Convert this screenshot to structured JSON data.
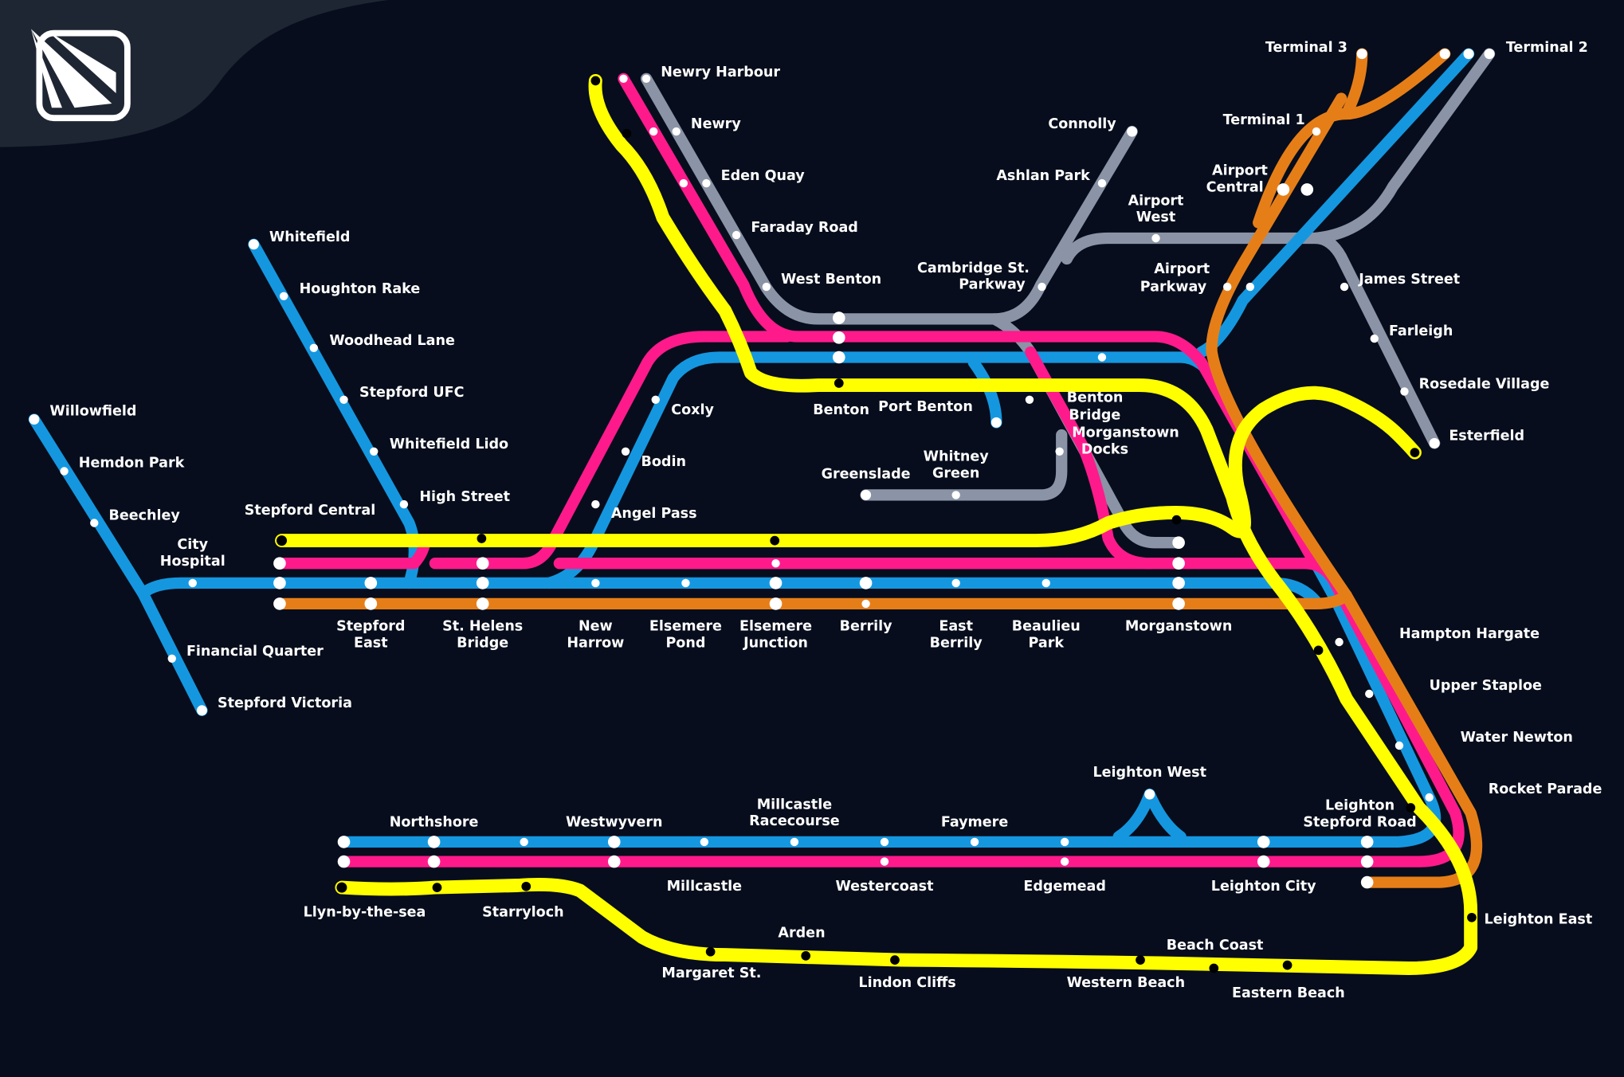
{
  "logo": {
    "icon": "roblox-stepford-logo-icon"
  },
  "colors": {
    "background": "#070d1c",
    "logo_panel": "#1f2633",
    "blue": "#1597e0",
    "pink": "#ff1a8c",
    "orange": "#e67e18",
    "grey": "#8a94a6",
    "highlight": "#ffff00"
  },
  "stations": {
    "newry_harbour": "Newry Harbour",
    "newry": "Newry",
    "eden_quay": "Eden Quay",
    "faraday_road": "Faraday Road",
    "west_benton": "West Benton",
    "benton": "Benton",
    "port_benton": "Port Benton",
    "connolly": "Connolly",
    "ashlan_park": "Ashlan Park",
    "cambridge_st_parkway_1": "Cambridge St.",
    "cambridge_st_parkway_2": "Parkway",
    "terminal_3": "Terminal 3",
    "terminal_2": "Terminal 2",
    "terminal_1": "Terminal 1",
    "airport_central_1": "Airport",
    "airport_central_2": "Central",
    "airport_west_1": "Airport",
    "airport_west_2": "West",
    "airport_parkway_1": "Airport",
    "airport_parkway_2": "Parkway",
    "james_street": "James Street",
    "farleigh": "Farleigh",
    "rosedale_village": "Rosedale Village",
    "esterfield": "Esterfield",
    "benton_bridge_1": "Benton",
    "benton_bridge_2": "Bridge",
    "morganstown_docks_1": "Morganstown",
    "morganstown_docks_2": "Docks",
    "whitney_green_1": "Whitney",
    "whitney_green_2": "Green",
    "greenslade": "Greenslade",
    "whitefield": "Whitefield",
    "houghton_rake": "Houghton Rake",
    "woodhead_lane": "Woodhead Lane",
    "stepford_ufc": "Stepford UFC",
    "whitefield_lido": "Whitefield Lido",
    "high_street": "High Street",
    "willowfield": "Willowfield",
    "hemdon_park": "Hemdon Park",
    "beechley": "Beechley",
    "city_hospital_1": "City",
    "city_hospital_2": "Hospital",
    "financial_quarter": "Financial Quarter",
    "stepford_victoria": "Stepford Victoria",
    "stepford_central": "Stepford Central",
    "coxly": "Coxly",
    "bodin": "Bodin",
    "angel_pass": "Angel Pass",
    "stepford_east_1": "Stepford",
    "stepford_east_2": "East",
    "st_helens_bridge_1": "St. Helens",
    "st_helens_bridge_2": "Bridge",
    "new_harrow_1": "New",
    "new_harrow_2": "Harrow",
    "elsemere_pond_1": "Elsemere",
    "elsemere_pond_2": "Pond",
    "elsemere_junction_1": "Elsemere",
    "elsemere_junction_2": "Junction",
    "berrily": "Berrily",
    "east_berrily_1": "East",
    "east_berrily_2": "Berrily",
    "beaulieu_park_1": "Beaulieu",
    "beaulieu_park_2": "Park",
    "morganstown": "Morganstown",
    "hampton_hargate": "Hampton Hargate",
    "upper_staploe": "Upper Staploe",
    "water_newton": "Water Newton",
    "rocket_parade": "Rocket Parade",
    "leighton_west": "Leighton West",
    "leighton_stepford_road_1": "Leighton",
    "leighton_stepford_road_2": "Stepford Road",
    "leighton_city": "Leighton City",
    "leighton_east": "Leighton East",
    "northshore": "Northshore",
    "westwyvern": "Westwyvern",
    "millcastle_racecourse_1": "Millcastle",
    "millcastle_racecourse_2": "Racecourse",
    "faymere": "Faymere",
    "millcastle": "Millcastle",
    "westercoast": "Westercoast",
    "edgemead": "Edgemead",
    "llyn_by_the_sea": "Llyn-by-the-sea",
    "starryloch": "Starryloch",
    "arden": "Arden",
    "margaret_st": "Margaret St.",
    "lindon_cliffs": "Lindon Cliffs",
    "beach_coast": "Beach Coast",
    "western_beach": "Western Beach",
    "eastern_beach": "Eastern Beach"
  }
}
